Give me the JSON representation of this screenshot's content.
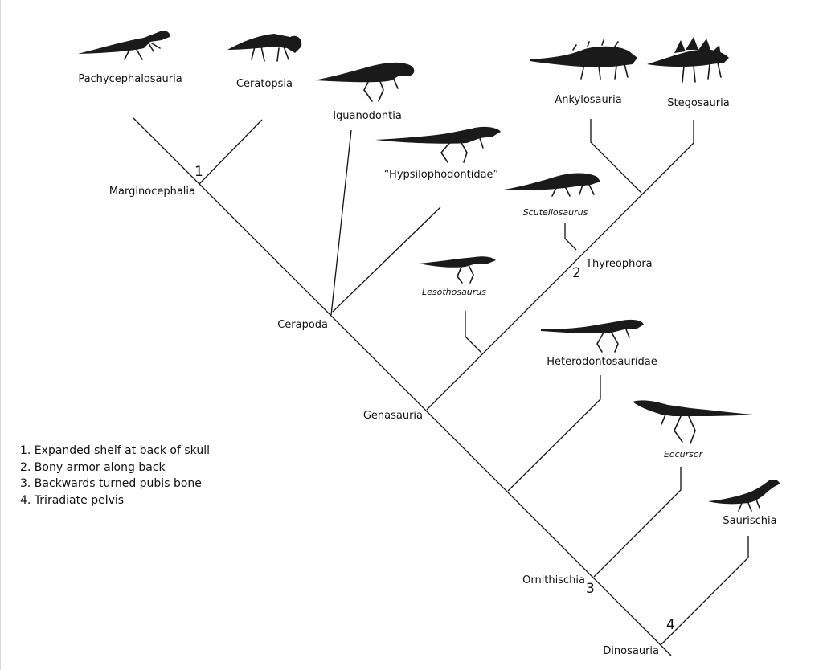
{
  "taxa": {
    "pachycephalosauria": "Pachycephalosauria",
    "ceratopsia": "Ceratopsia",
    "iguanodontia": "Iguanodontia",
    "hypsilophodontidae": "“Hypsilophodontidae”",
    "ankylosauria": "Ankylosauria",
    "stegosauria": "Stegosauria",
    "scutellosaurus": "Scutellosaurus",
    "lesothosaurus": "Lesothosaurus",
    "heterodontosauridae": "Heterodontosauridae",
    "eocursor": "Eocursor",
    "saurischia": "Saurischia"
  },
  "nodes": {
    "marginocephalia": "Marginocephalia",
    "cerapoda": "Cerapoda",
    "thyreophora": "Thyreophora",
    "genasauria": "Genasauria",
    "ornithischia": "Ornithischia",
    "dinosauria": "Dinosauria"
  },
  "markers": {
    "m1": "1",
    "m2": "2",
    "m3": "3",
    "m4": "4"
  },
  "legend": {
    "items": [
      "1. Expanded shelf at back of skull",
      "2. Bony armor along back",
      "3. Backwards turned pubis bone",
      "4.  Triradiate pelvis"
    ]
  },
  "icons": [
    "pachycephalosaur-skeleton-icon",
    "ceratopsian-skeleton-icon",
    "iguanodont-skeleton-icon",
    "hypsilophodont-skeleton-icon",
    "ankylosaur-skeleton-icon",
    "stegosaur-skeleton-icon",
    "scutellosaurus-skeleton-icon",
    "lesothosaurus-skeleton-icon",
    "heterodontosaur-skeleton-icon",
    "eocursor-skeleton-icon",
    "sauropodomorph-skeleton-icon"
  ]
}
